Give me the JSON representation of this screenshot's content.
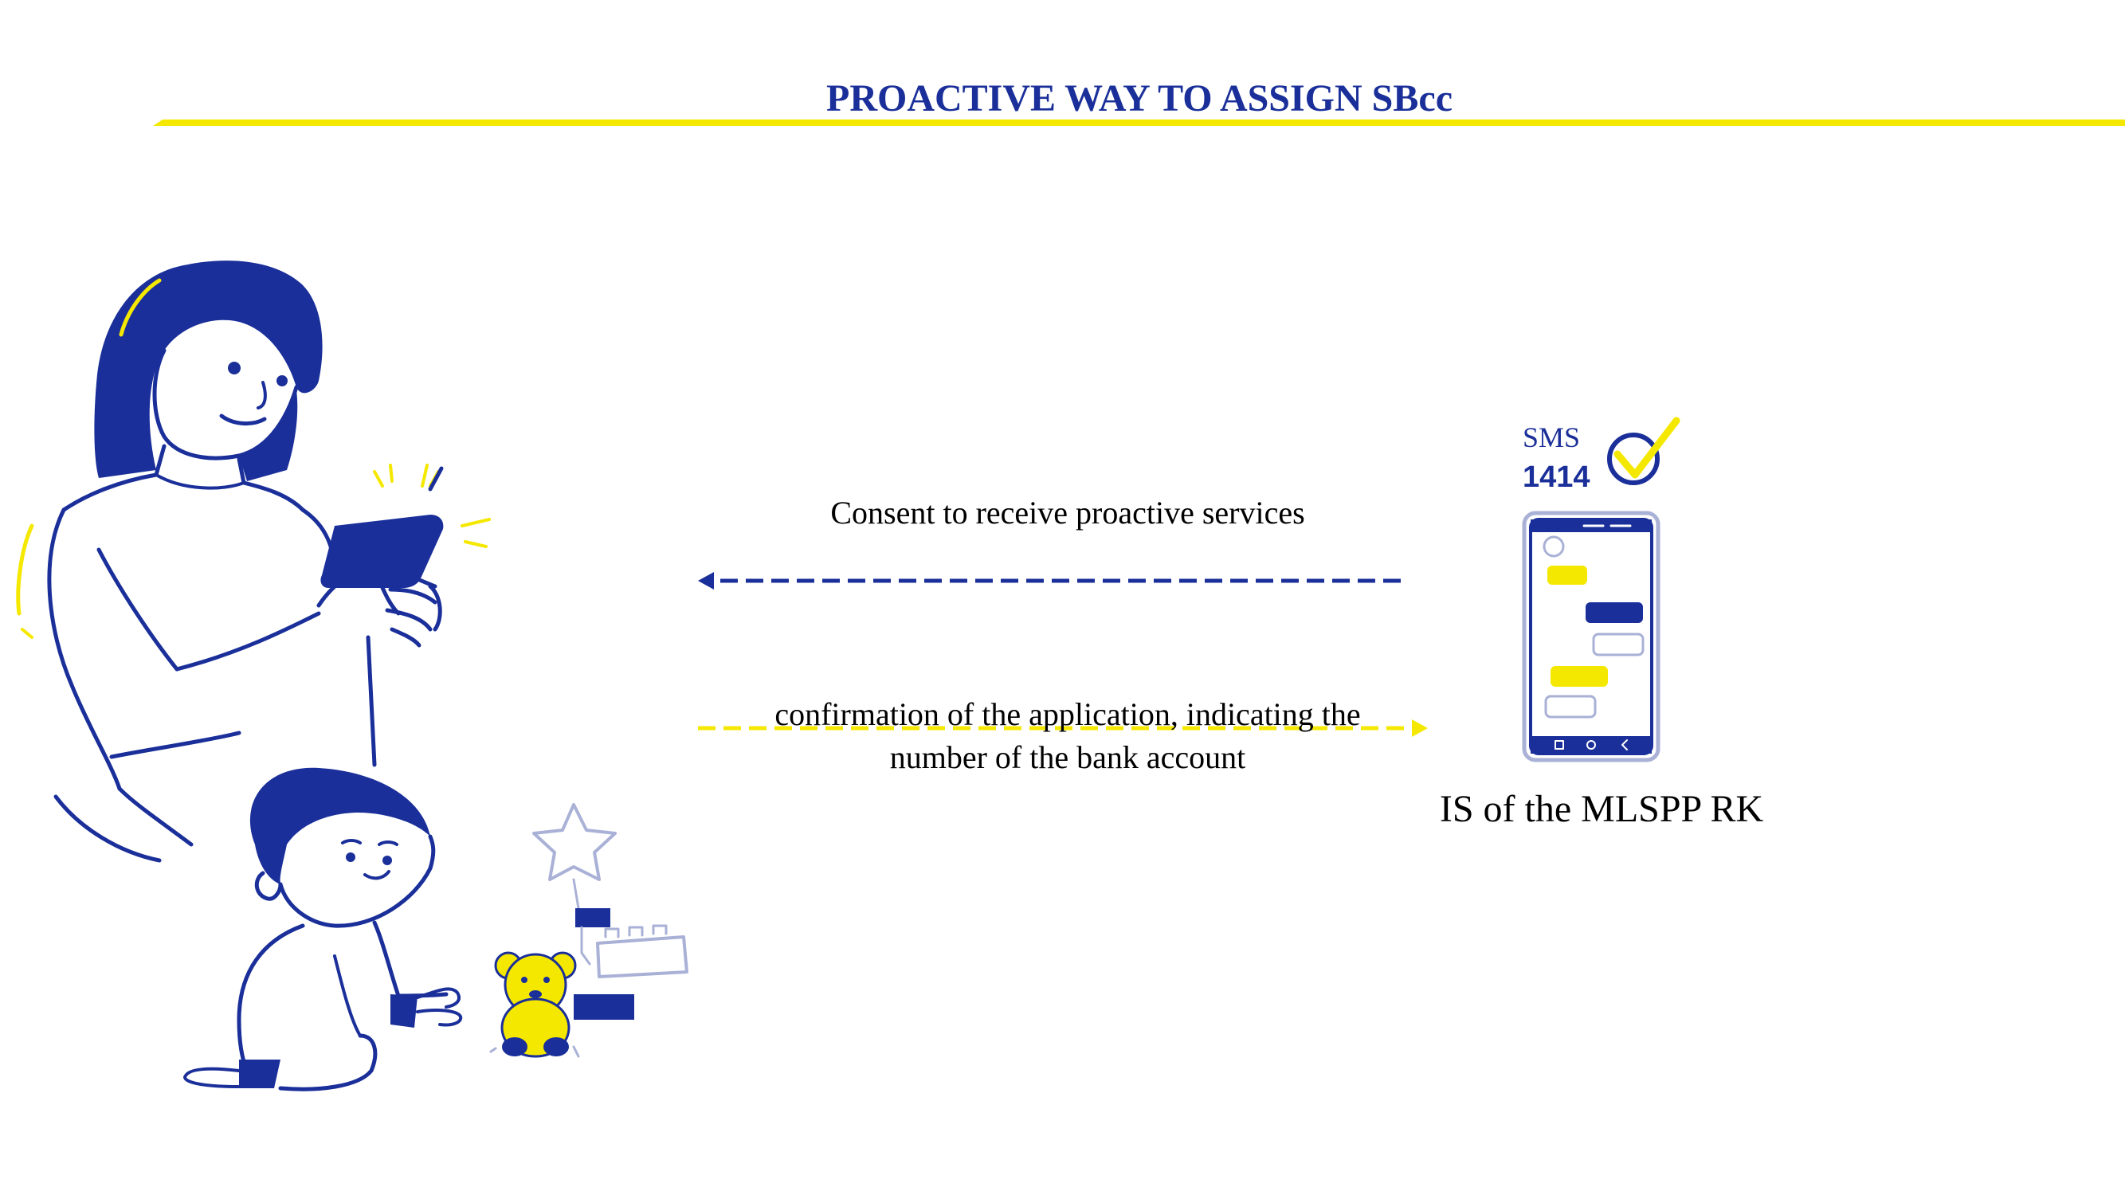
{
  "diagram": {
    "title": "PROACTIVE WAY TO ASSIGN SBcc",
    "edges": [
      {
        "id": "consent",
        "label": "Consent to receive proactive services",
        "from": "IS of the MLSPP RK",
        "to": "parent",
        "style": "dashed"
      },
      {
        "id": "confirmation",
        "label_lines": [
          "confirmation of the application, indicating the",
          "number of the bank account"
        ],
        "from": "parent",
        "to": "IS of the MLSPP RK",
        "style": "dashed"
      }
    ],
    "nodes": {
      "system": {
        "label": "IS of the MLSPP RK"
      },
      "sms": {
        "label": "SMS",
        "number": "1414"
      },
      "parent": {
        "icon": "mother-with-phone-icon"
      },
      "child": {
        "icon": "child-playing-icon"
      }
    }
  },
  "colors": {
    "title": "#1a2f99",
    "accent_yellow": "#f5e800",
    "navy": "#1a2f99",
    "light_outline": "#a9b1d6"
  }
}
